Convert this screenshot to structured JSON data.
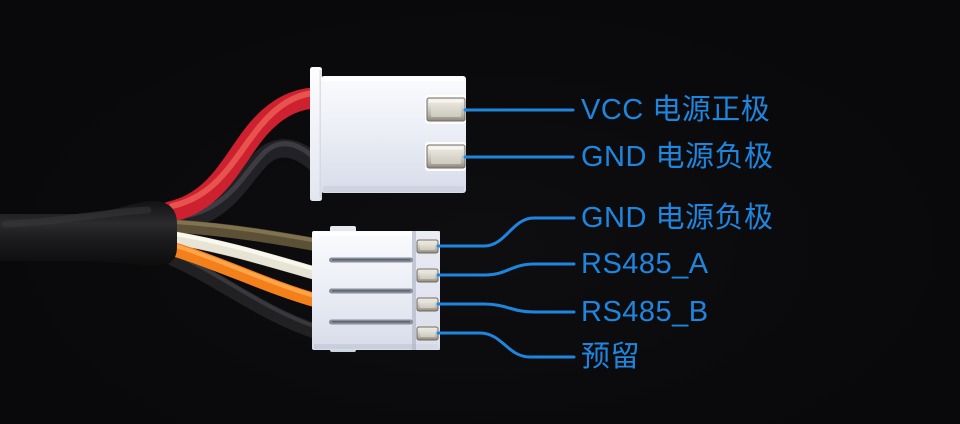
{
  "colors": {
    "background": "#0a0a0c",
    "accent": "#1f86e0",
    "wire_red": "#ce2130",
    "wire_black_upper": "#222226",
    "wire_brown": "#5c5037",
    "wire_white": "#e8e4d5",
    "wire_orange": "#f4801c",
    "wire_black_lower": "#212124"
  },
  "connectors": {
    "two_pin": {
      "pin_count": 2
    },
    "four_pin": {
      "pin_count": 4
    }
  },
  "callouts": [
    {
      "id": "vcc",
      "text": "VCC 电源正极"
    },
    {
      "id": "gnd-power",
      "text": "GND 电源负极"
    },
    {
      "id": "gnd-signal",
      "text": "GND 电源负极"
    },
    {
      "id": "rs485-a",
      "text": "RS485_A"
    },
    {
      "id": "rs485-b",
      "text": "RS485_B"
    },
    {
      "id": "reserved",
      "text": "预留"
    }
  ]
}
